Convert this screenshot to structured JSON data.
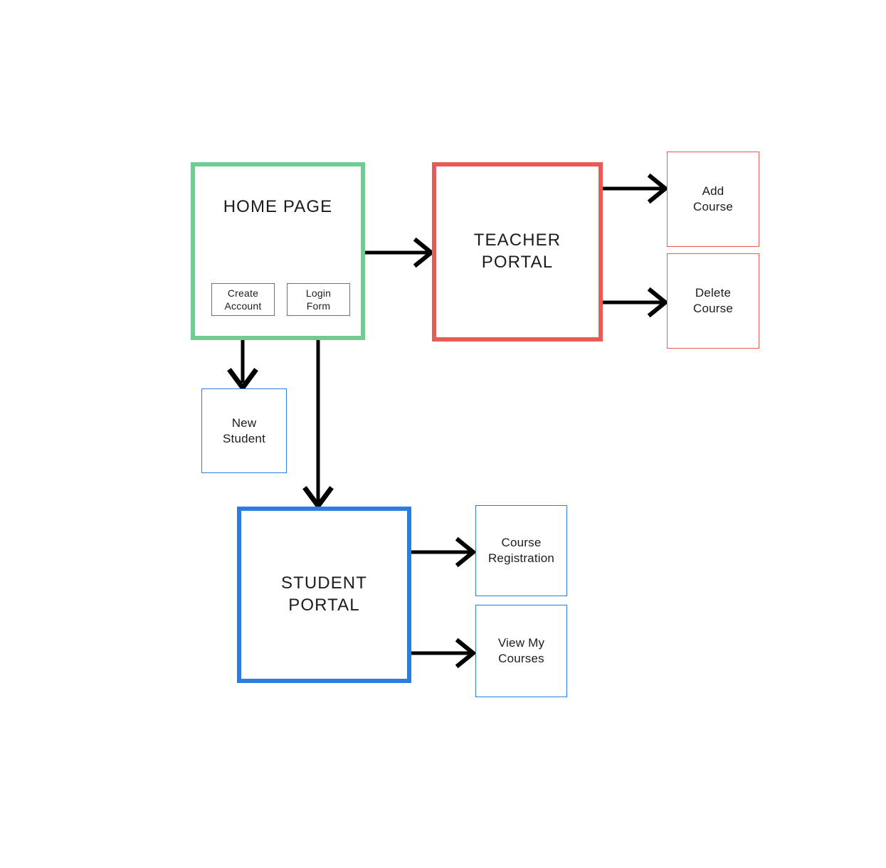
{
  "diagram": {
    "title": "Course Management System Flowchart",
    "colors": {
      "green": "#70cc93",
      "green_sub": "#1d9e5e",
      "red": "#ea5a55",
      "blue": "#2b7de0",
      "arrow": "#000000",
      "background": "#ffffff",
      "text": "#1c1c1c"
    },
    "nodes": {
      "home_page": "HOME PAGE",
      "create_account": "Create\nAccount",
      "login_form": "Login\nForm",
      "teacher_portal": "TEACHER\nPORTAL",
      "student_portal": "STUDENT\nPORTAL",
      "add_course": "Add\nCourse",
      "delete_course": "Delete\nCourse",
      "new_student": "New\nStudent",
      "course_registration": "Course\nRegistration",
      "view_my_courses": "View My\nCourses"
    },
    "edges": [
      {
        "id": "home-to-teacher",
        "from": "HOME PAGE",
        "to": "TEACHER PORTAL",
        "direction": "right"
      },
      {
        "id": "teacher-to-add-course",
        "from": "TEACHER PORTAL",
        "to": "Add Course",
        "direction": "right"
      },
      {
        "id": "teacher-to-delete-course",
        "from": "TEACHER PORTAL",
        "to": "Delete Course",
        "direction": "right"
      },
      {
        "id": "create-account-to-new-student",
        "from": "Create Account",
        "to": "New Student",
        "direction": "down"
      },
      {
        "id": "login-form-to-student-portal",
        "from": "Login Form",
        "to": "STUDENT PORTAL",
        "direction": "down"
      },
      {
        "id": "student-to-course-registration",
        "from": "STUDENT PORTAL",
        "to": "Course Registration",
        "direction": "right"
      },
      {
        "id": "student-to-view-my-courses",
        "from": "STUDENT PORTAL",
        "to": "View My Courses",
        "direction": "right"
      }
    ]
  }
}
